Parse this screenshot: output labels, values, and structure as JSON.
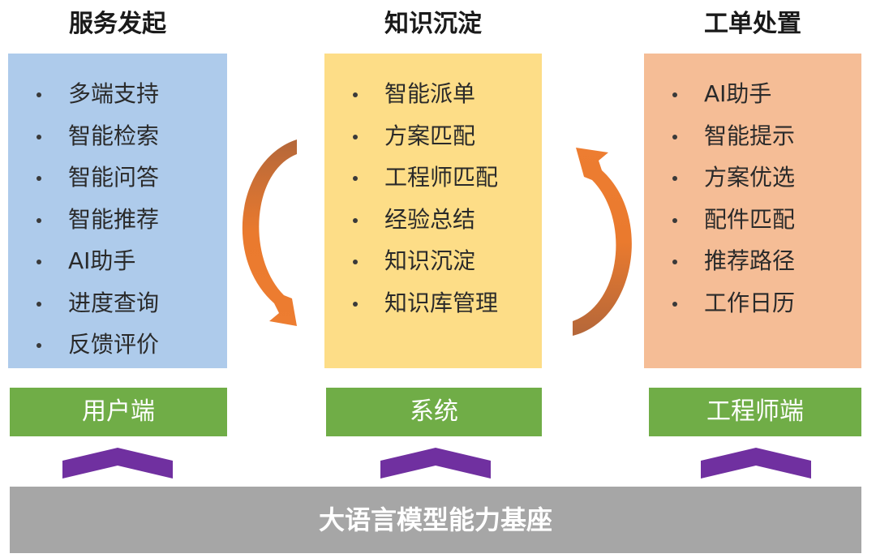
{
  "columns": [
    {
      "title": "服务发起",
      "items": [
        "多端支持",
        "智能检索",
        "智能问答",
        "智能推荐",
        "AI助手",
        "进度查询",
        "反馈评价"
      ],
      "label": "用户端",
      "color": "#aecbeb"
    },
    {
      "title": "知识沉淀",
      "items": [
        "智能派单",
        "方案匹配",
        "工程师匹配",
        "经验总结",
        "知识沉淀",
        "知识库管理"
      ],
      "label": "系统",
      "color": "#fddd87"
    },
    {
      "title": "工单处置",
      "items": [
        "AI助手",
        "智能提示",
        "方案优选",
        "配件匹配",
        "推荐路径",
        "工作日历"
      ],
      "label": "工程师端",
      "color": "#f5bd96"
    }
  ],
  "base": {
    "label": "大语言模型能力基座"
  },
  "colors": {
    "green": "#70ad47",
    "purple": "#7030a0",
    "arrow_orange": "#ed7d31",
    "arrow_dark": "#b4673a",
    "base_gray": "#a6a6a6"
  },
  "icons": {
    "left_arrow": "curved-arrow-down-right-icon",
    "right_arrow": "curved-arrow-up-left-icon",
    "chevron": "chevron-up-icon"
  }
}
